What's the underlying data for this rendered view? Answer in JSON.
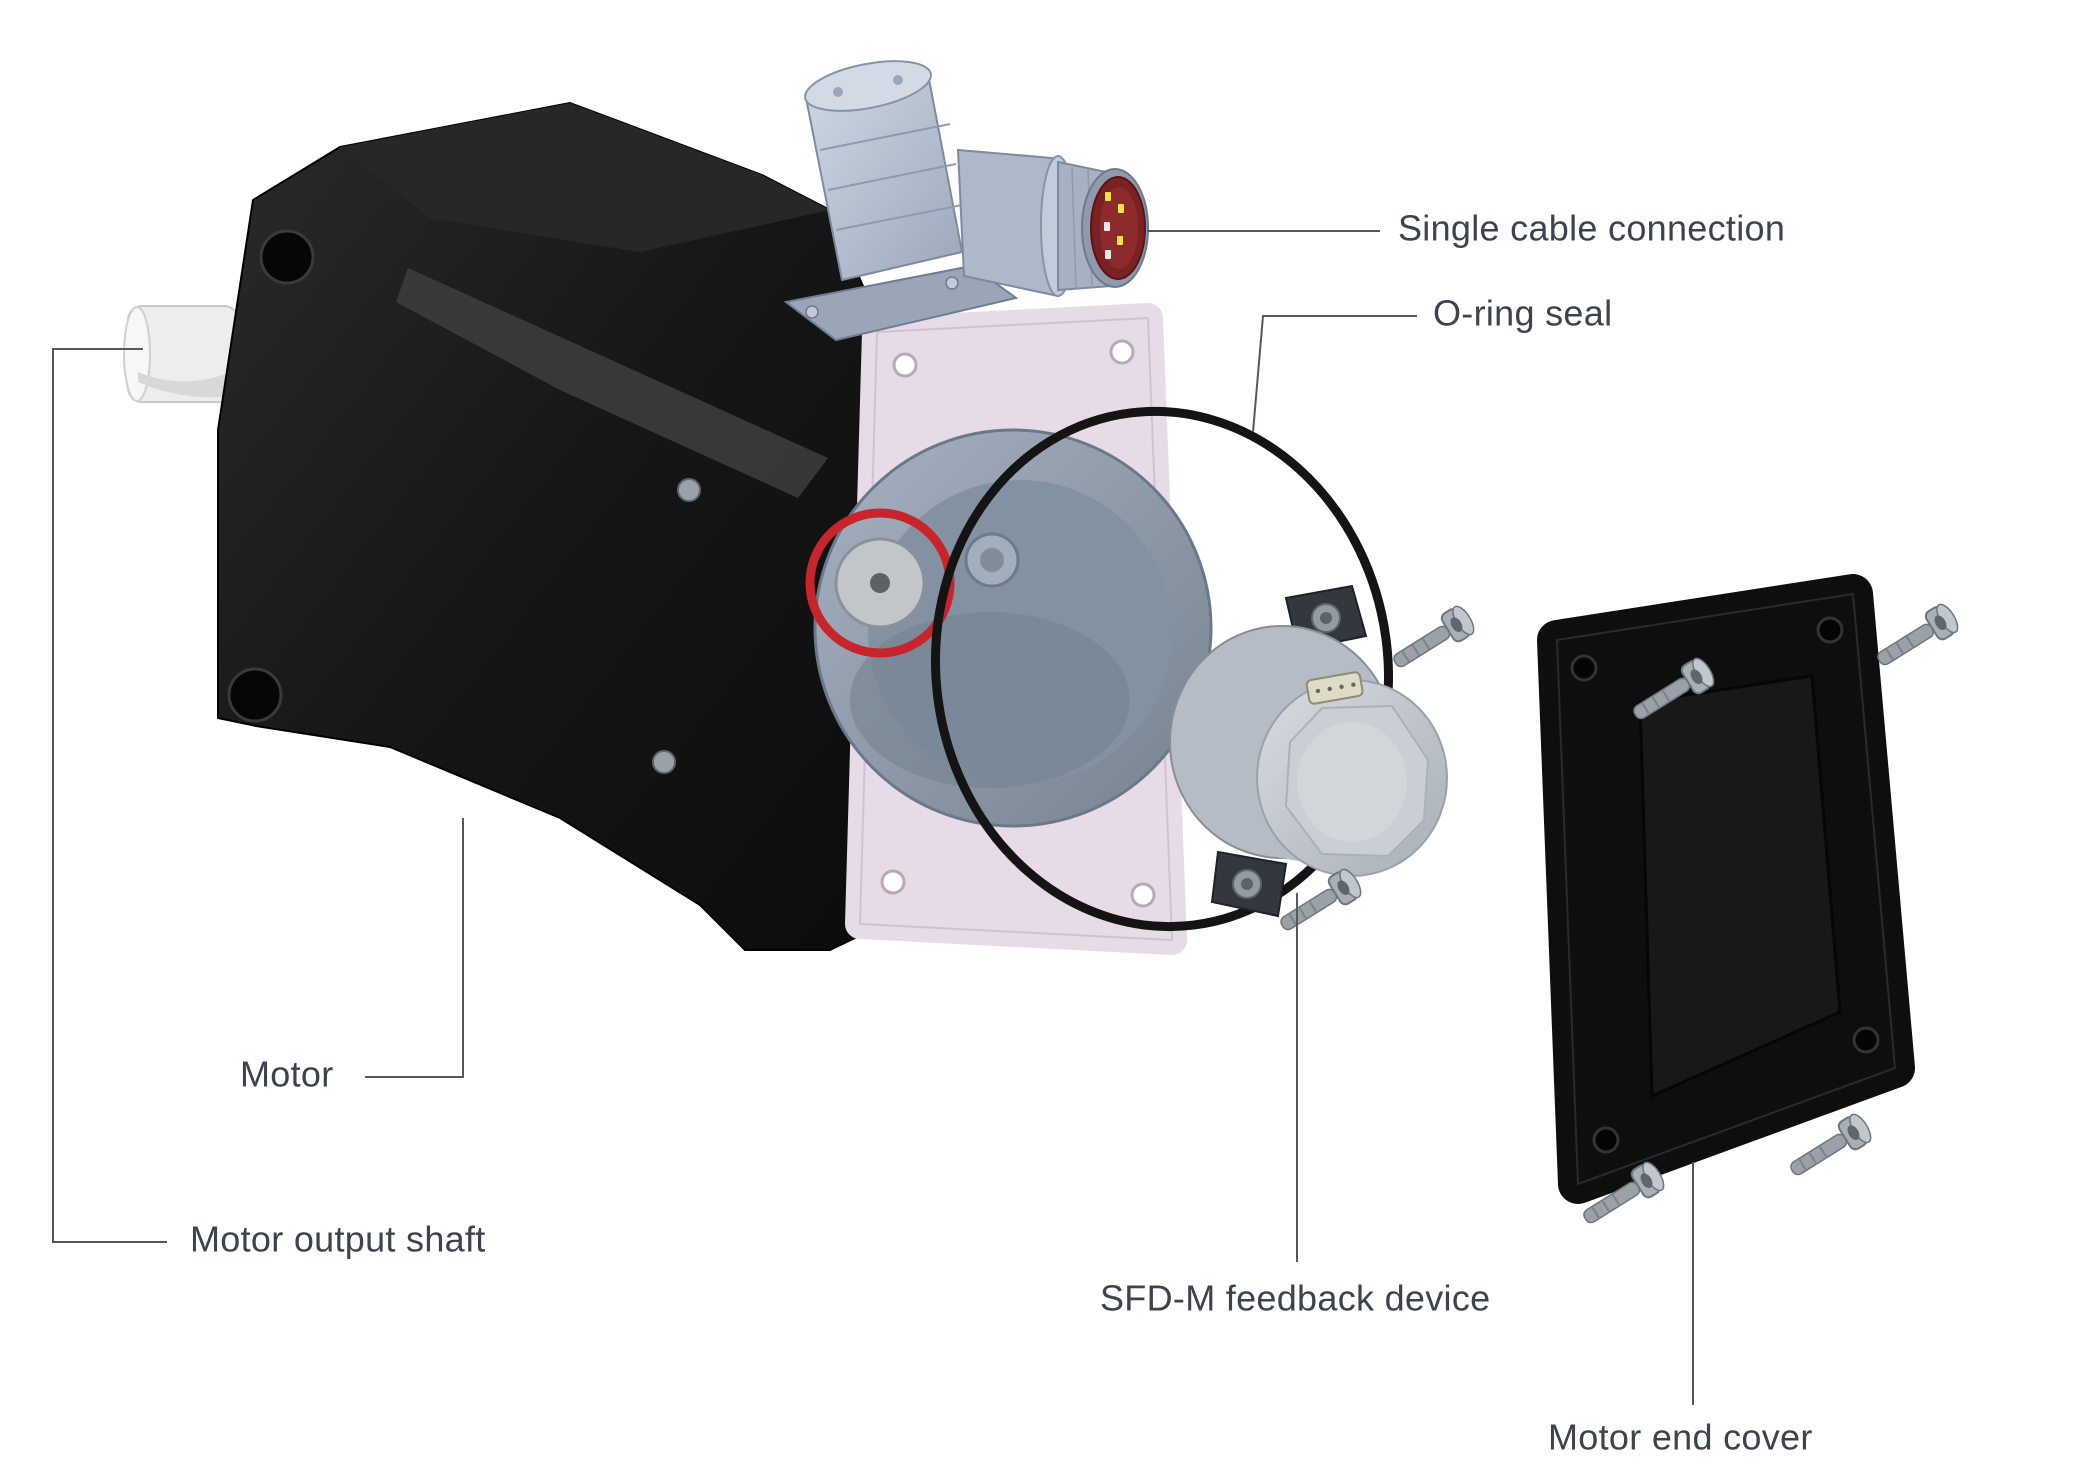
{
  "diagram": {
    "labels": {
      "single_cable": "Single cable connection",
      "oring": "O-ring seal",
      "motor": "Motor",
      "shaft": "Motor output shaft",
      "sfd": "SFD-M feedback device",
      "end_cover": "Motor end cover"
    },
    "colors": {
      "background": "#ffffff",
      "label_text": "#3d434d",
      "leader_line": "#55595f",
      "motor_black": "#161616",
      "flange_pink": "#e7dbe7",
      "cavity_blue": "#8b99a9",
      "connector_gray": "#bcc6d4",
      "connector_face_red": "#7a2124",
      "oring_black": "#141414",
      "feedback_gray": "#c7cbd1",
      "end_cover_black": "#0e0e0e",
      "screw_gray": "#9aa1a8",
      "red_ring": "#c8242b"
    }
  }
}
